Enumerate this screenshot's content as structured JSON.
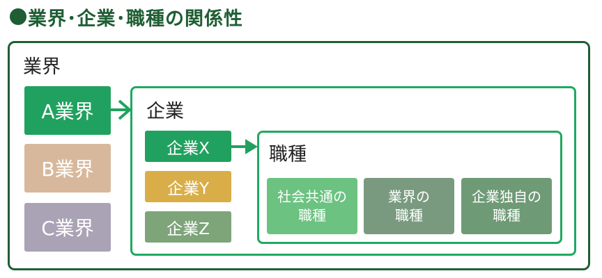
{
  "heading": {
    "title": "業界･企業･職種の関係性"
  },
  "industry_group": {
    "title": "業界",
    "items": [
      {
        "label": "A業界",
        "color": "#21a15f"
      },
      {
        "label": "B業界",
        "color": "#d8b89c"
      },
      {
        "label": "C業界",
        "color": "#a9a3b5"
      }
    ]
  },
  "company_group": {
    "title": "企業",
    "items": [
      {
        "label": "企業X",
        "color": "#21a15f"
      },
      {
        "label": "企業Y",
        "color": "#d9ae48"
      },
      {
        "label": "企業Z",
        "color": "#7ea47a"
      }
    ]
  },
  "job_group": {
    "title": "職種",
    "items": [
      {
        "line1": "社会共通の",
        "line2": "職種",
        "color": "#6cc281"
      },
      {
        "line1": "業界の",
        "line2": "職種",
        "color": "#7a9a80"
      },
      {
        "line1": "企業独自の",
        "line2": "職種",
        "color": "#6e9a76"
      }
    ]
  },
  "colors": {
    "dark_green": "#1f5e34",
    "bright_green": "#1fa862",
    "arrow_green": "#21a15f"
  }
}
